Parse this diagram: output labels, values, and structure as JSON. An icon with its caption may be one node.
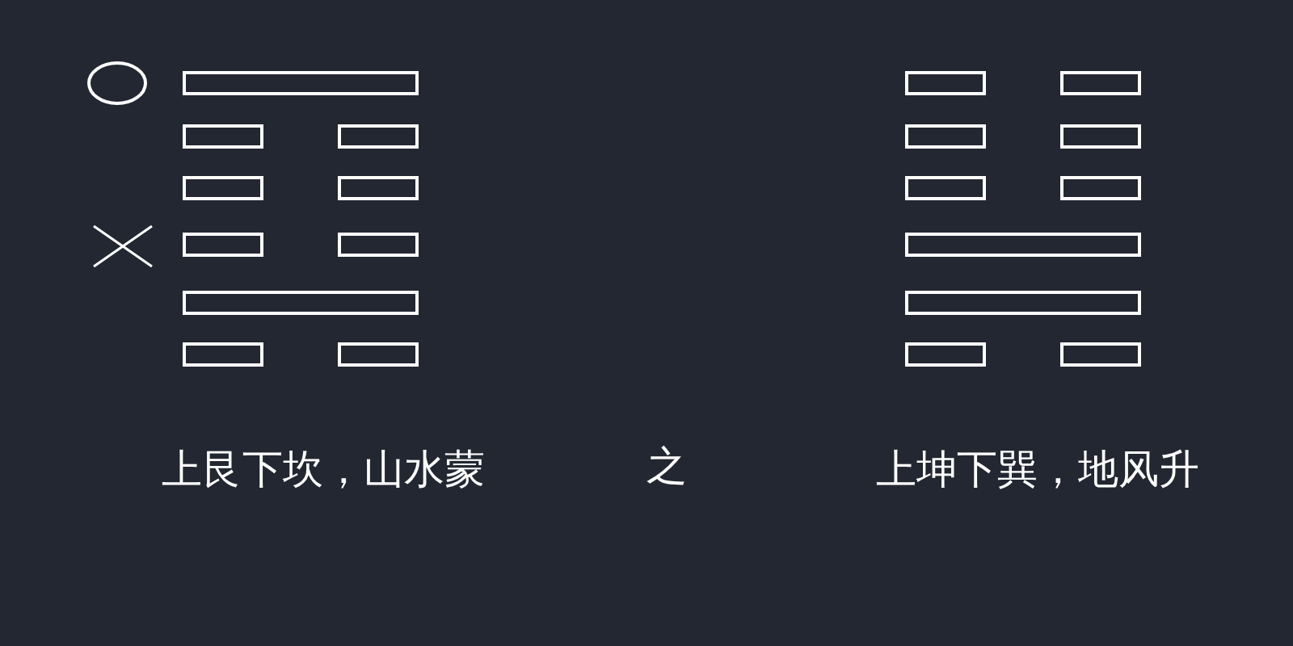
{
  "diagram": {
    "labels": [
      "上艮下坎，山水蒙",
      "之",
      "上坤下巽，地风升"
    ]
  }
}
